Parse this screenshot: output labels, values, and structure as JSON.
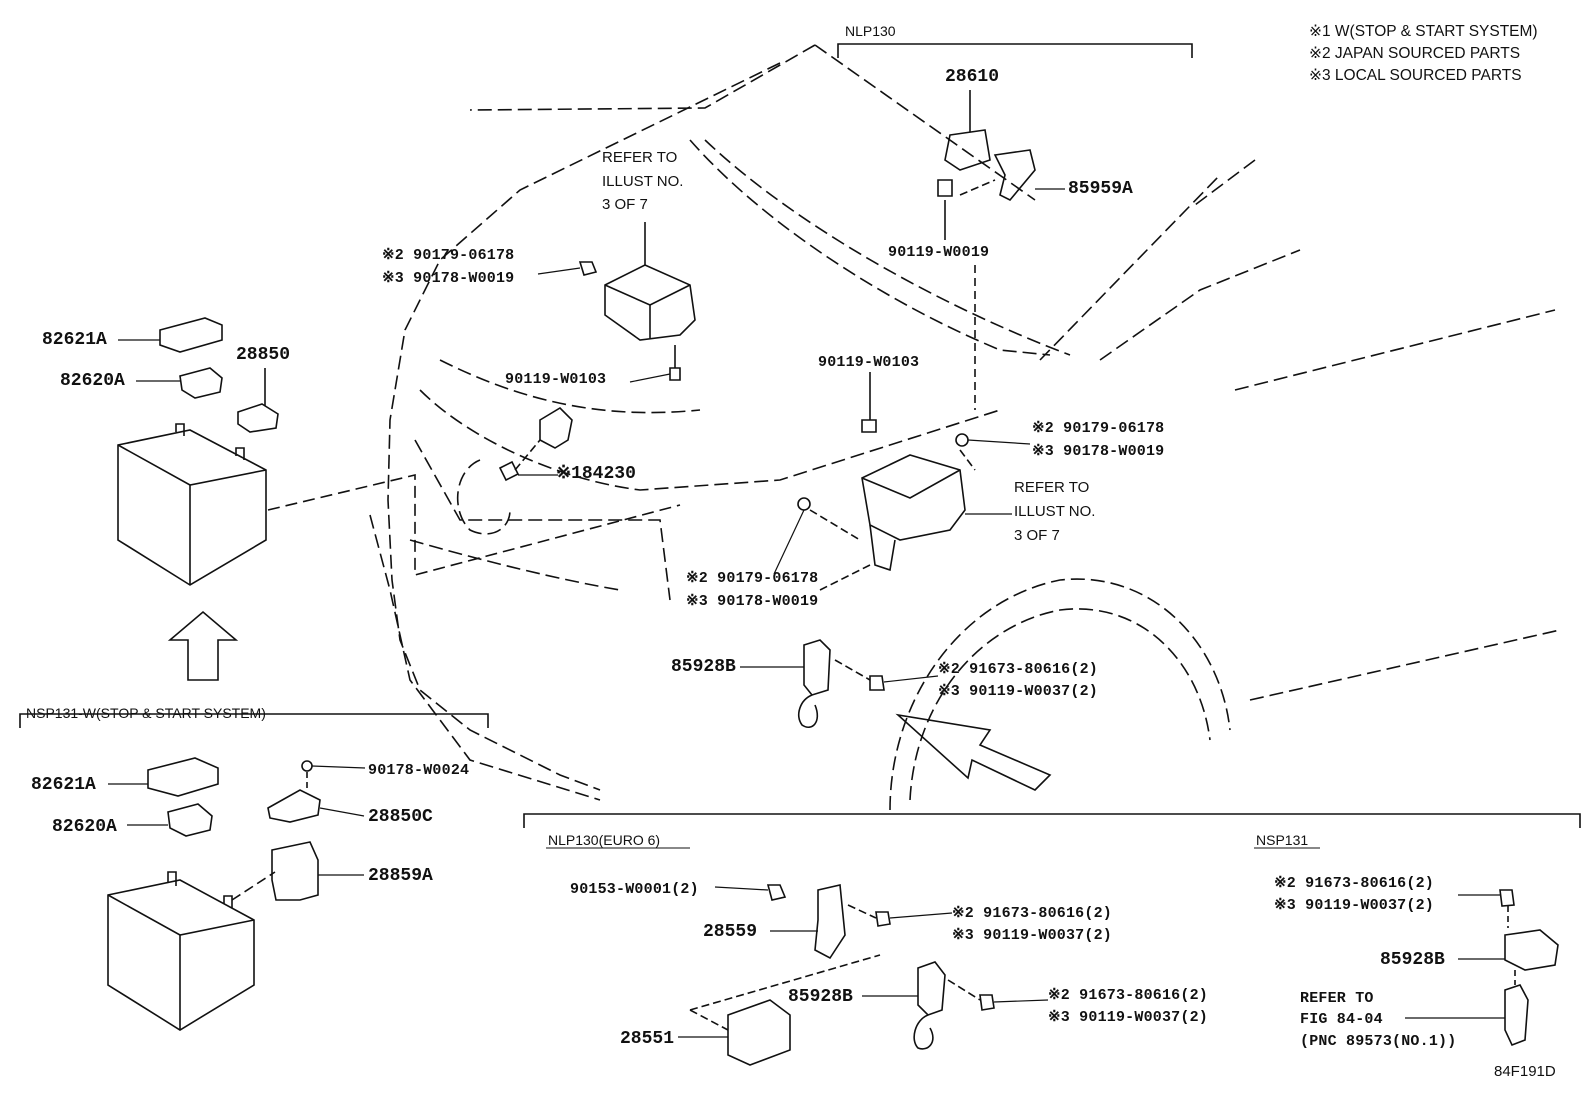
{
  "legend": [
    "※1 W(STOP & START SYSTEM)",
    "※2 JAPAN SOURCED PARTS",
    "※3 LOCAL SOURCED PARTS"
  ],
  "sections": {
    "nlp130": "NLP130",
    "nsp131w": "NSP131-W(STOP & START SYSTEM)",
    "nlp130_euro6": "NLP130(EURO 6)",
    "nsp131": "NSP131"
  },
  "labels": {
    "p28610": "28610",
    "p85959a": "85959A",
    "p90119_w0019": "90119-W0019",
    "refer_top_1": "REFER TO",
    "refer_top_2": "ILLUST NO.",
    "refer_top_3": "3 OF 7",
    "j_90179_06178_a": "※2 90179-06178",
    "l_90178_w0019_a": "※3 90178-W0019",
    "p90119_w0103_a": "90119-W0103",
    "p84230": "※184230",
    "p82621a_top": "82621A",
    "p82620a_top": "82620A",
    "p28850": "28850",
    "p90119_w0103_b": "90119-W0103",
    "j_90179_06178_b": "※2 90179-06178",
    "l_90178_w0019_b": "※3 90178-W0019",
    "refer_mid_1": "REFER TO",
    "refer_mid_2": "ILLUST NO.",
    "refer_mid_3": "3 OF 7",
    "j_90179_06178_c": "※2 90179-06178",
    "l_90178_w0019_c": "※3 90178-W0019",
    "p85928b_mid": "85928B",
    "j_91673_80616_a": "※2 91673-80616(2)",
    "l_90119_w0037_a": "※3 90119-W0037(2)",
    "p82621a_bot": "82621A",
    "p82620a_bot": "82620A",
    "p90178_w0024": "90178-W0024",
    "p28850c": "28850C",
    "p28859a": "28859A",
    "p90153_w0001": "90153-W0001(2)",
    "p28559": "28559",
    "j_91673_80616_b": "※2 91673-80616(2)",
    "l_90119_w0037_b": "※3 90119-W0037(2)",
    "p85928b_euro": "85928B",
    "j_91673_80616_c": "※2 91673-80616(2)",
    "l_90119_w0037_c": "※3 90119-W0037(2)",
    "p28551": "28551",
    "j_91673_80616_d": "※2 91673-80616(2)",
    "l_90119_w0037_d": "※3 90119-W0037(2)",
    "p85928b_nsp": "85928B",
    "refer_fig_1": "REFER TO",
    "refer_fig_2": "FIG 84-04",
    "refer_fig_3": "(PNC 89573(NO.1))",
    "figure_id": "84F191D"
  }
}
